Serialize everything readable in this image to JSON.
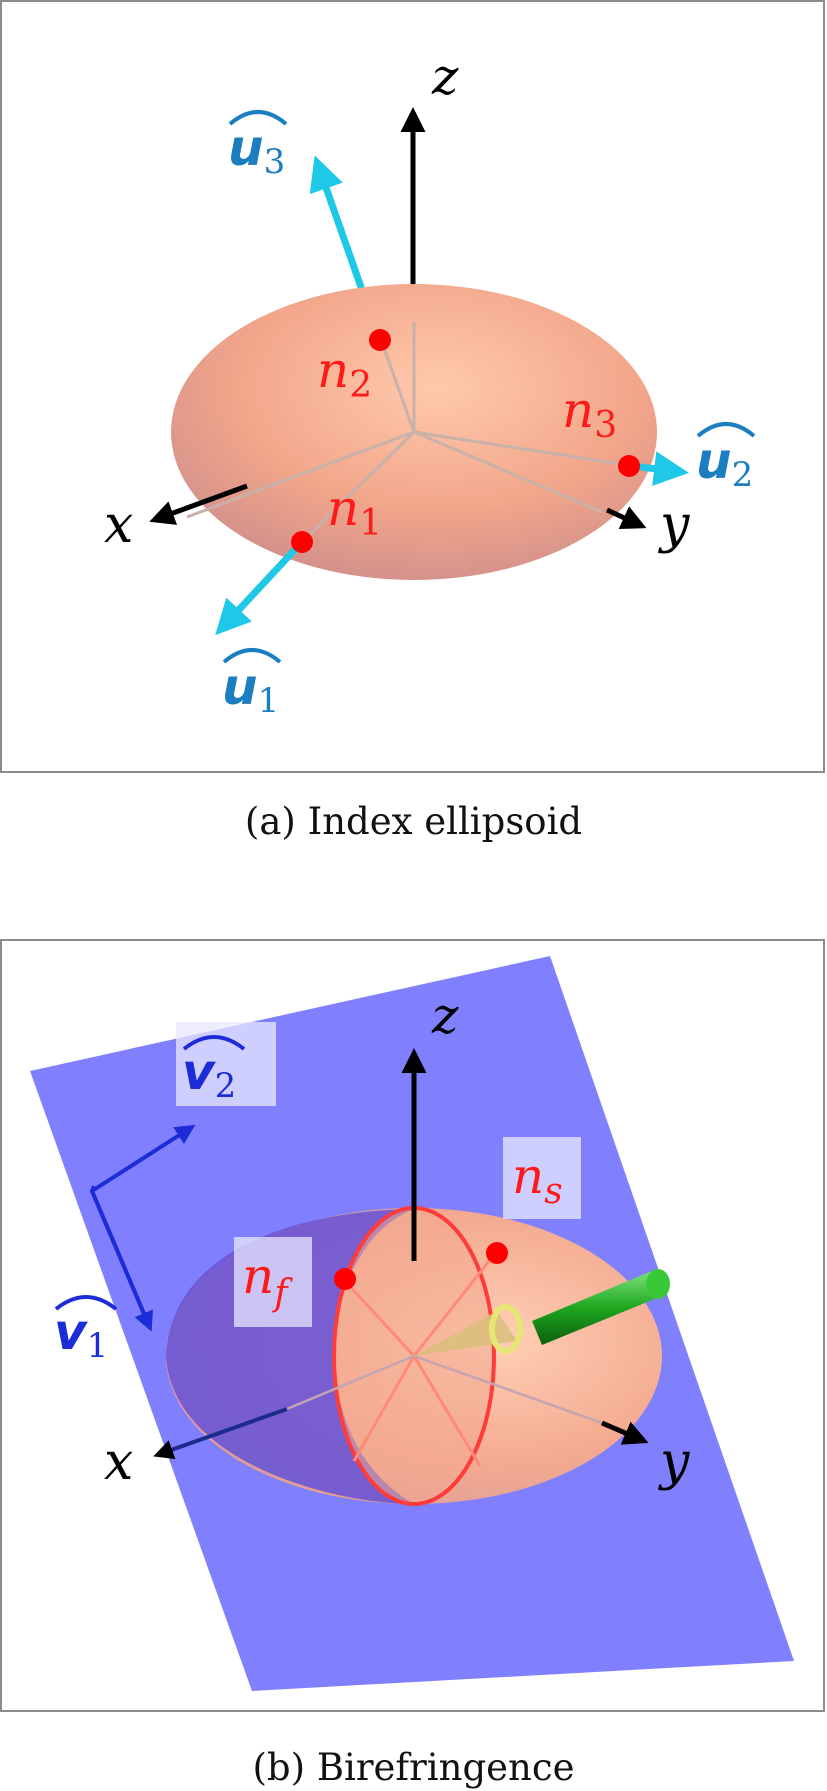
{
  "figure_a": {
    "caption": "(a) Index ellipsoid",
    "axes": {
      "x": "x",
      "y": "y",
      "z": "z"
    },
    "points": [
      {
        "symbol": "n",
        "subscript": "1"
      },
      {
        "symbol": "n",
        "subscript": "2"
      },
      {
        "symbol": "n",
        "subscript": "3"
      }
    ],
    "vectors": [
      {
        "symbol": "u",
        "subscript": "1"
      },
      {
        "symbol": "u",
        "subscript": "2"
      },
      {
        "symbol": "u",
        "subscript": "3"
      }
    ],
    "colors": {
      "ellipsoid": "#f0a384",
      "points": "#ff0000",
      "vectors": "#1ec8e6",
      "vector_labels": "#1a7ec0",
      "point_labels": "#ff1a1a"
    }
  },
  "figure_b": {
    "caption": "(b) Birefringence",
    "axes": {
      "x": "x",
      "y": "y",
      "z": "z"
    },
    "points": [
      {
        "symbol": "n",
        "subscript": "f"
      },
      {
        "symbol": "n",
        "subscript": "s"
      }
    ],
    "vectors": [
      {
        "symbol": "v",
        "subscript": "1"
      },
      {
        "symbol": "v",
        "subscript": "2"
      }
    ],
    "colors": {
      "plane": "#8080ff",
      "vectors": "#1c2cd6",
      "propagation": "#22b022",
      "points": "#ff0000"
    }
  }
}
